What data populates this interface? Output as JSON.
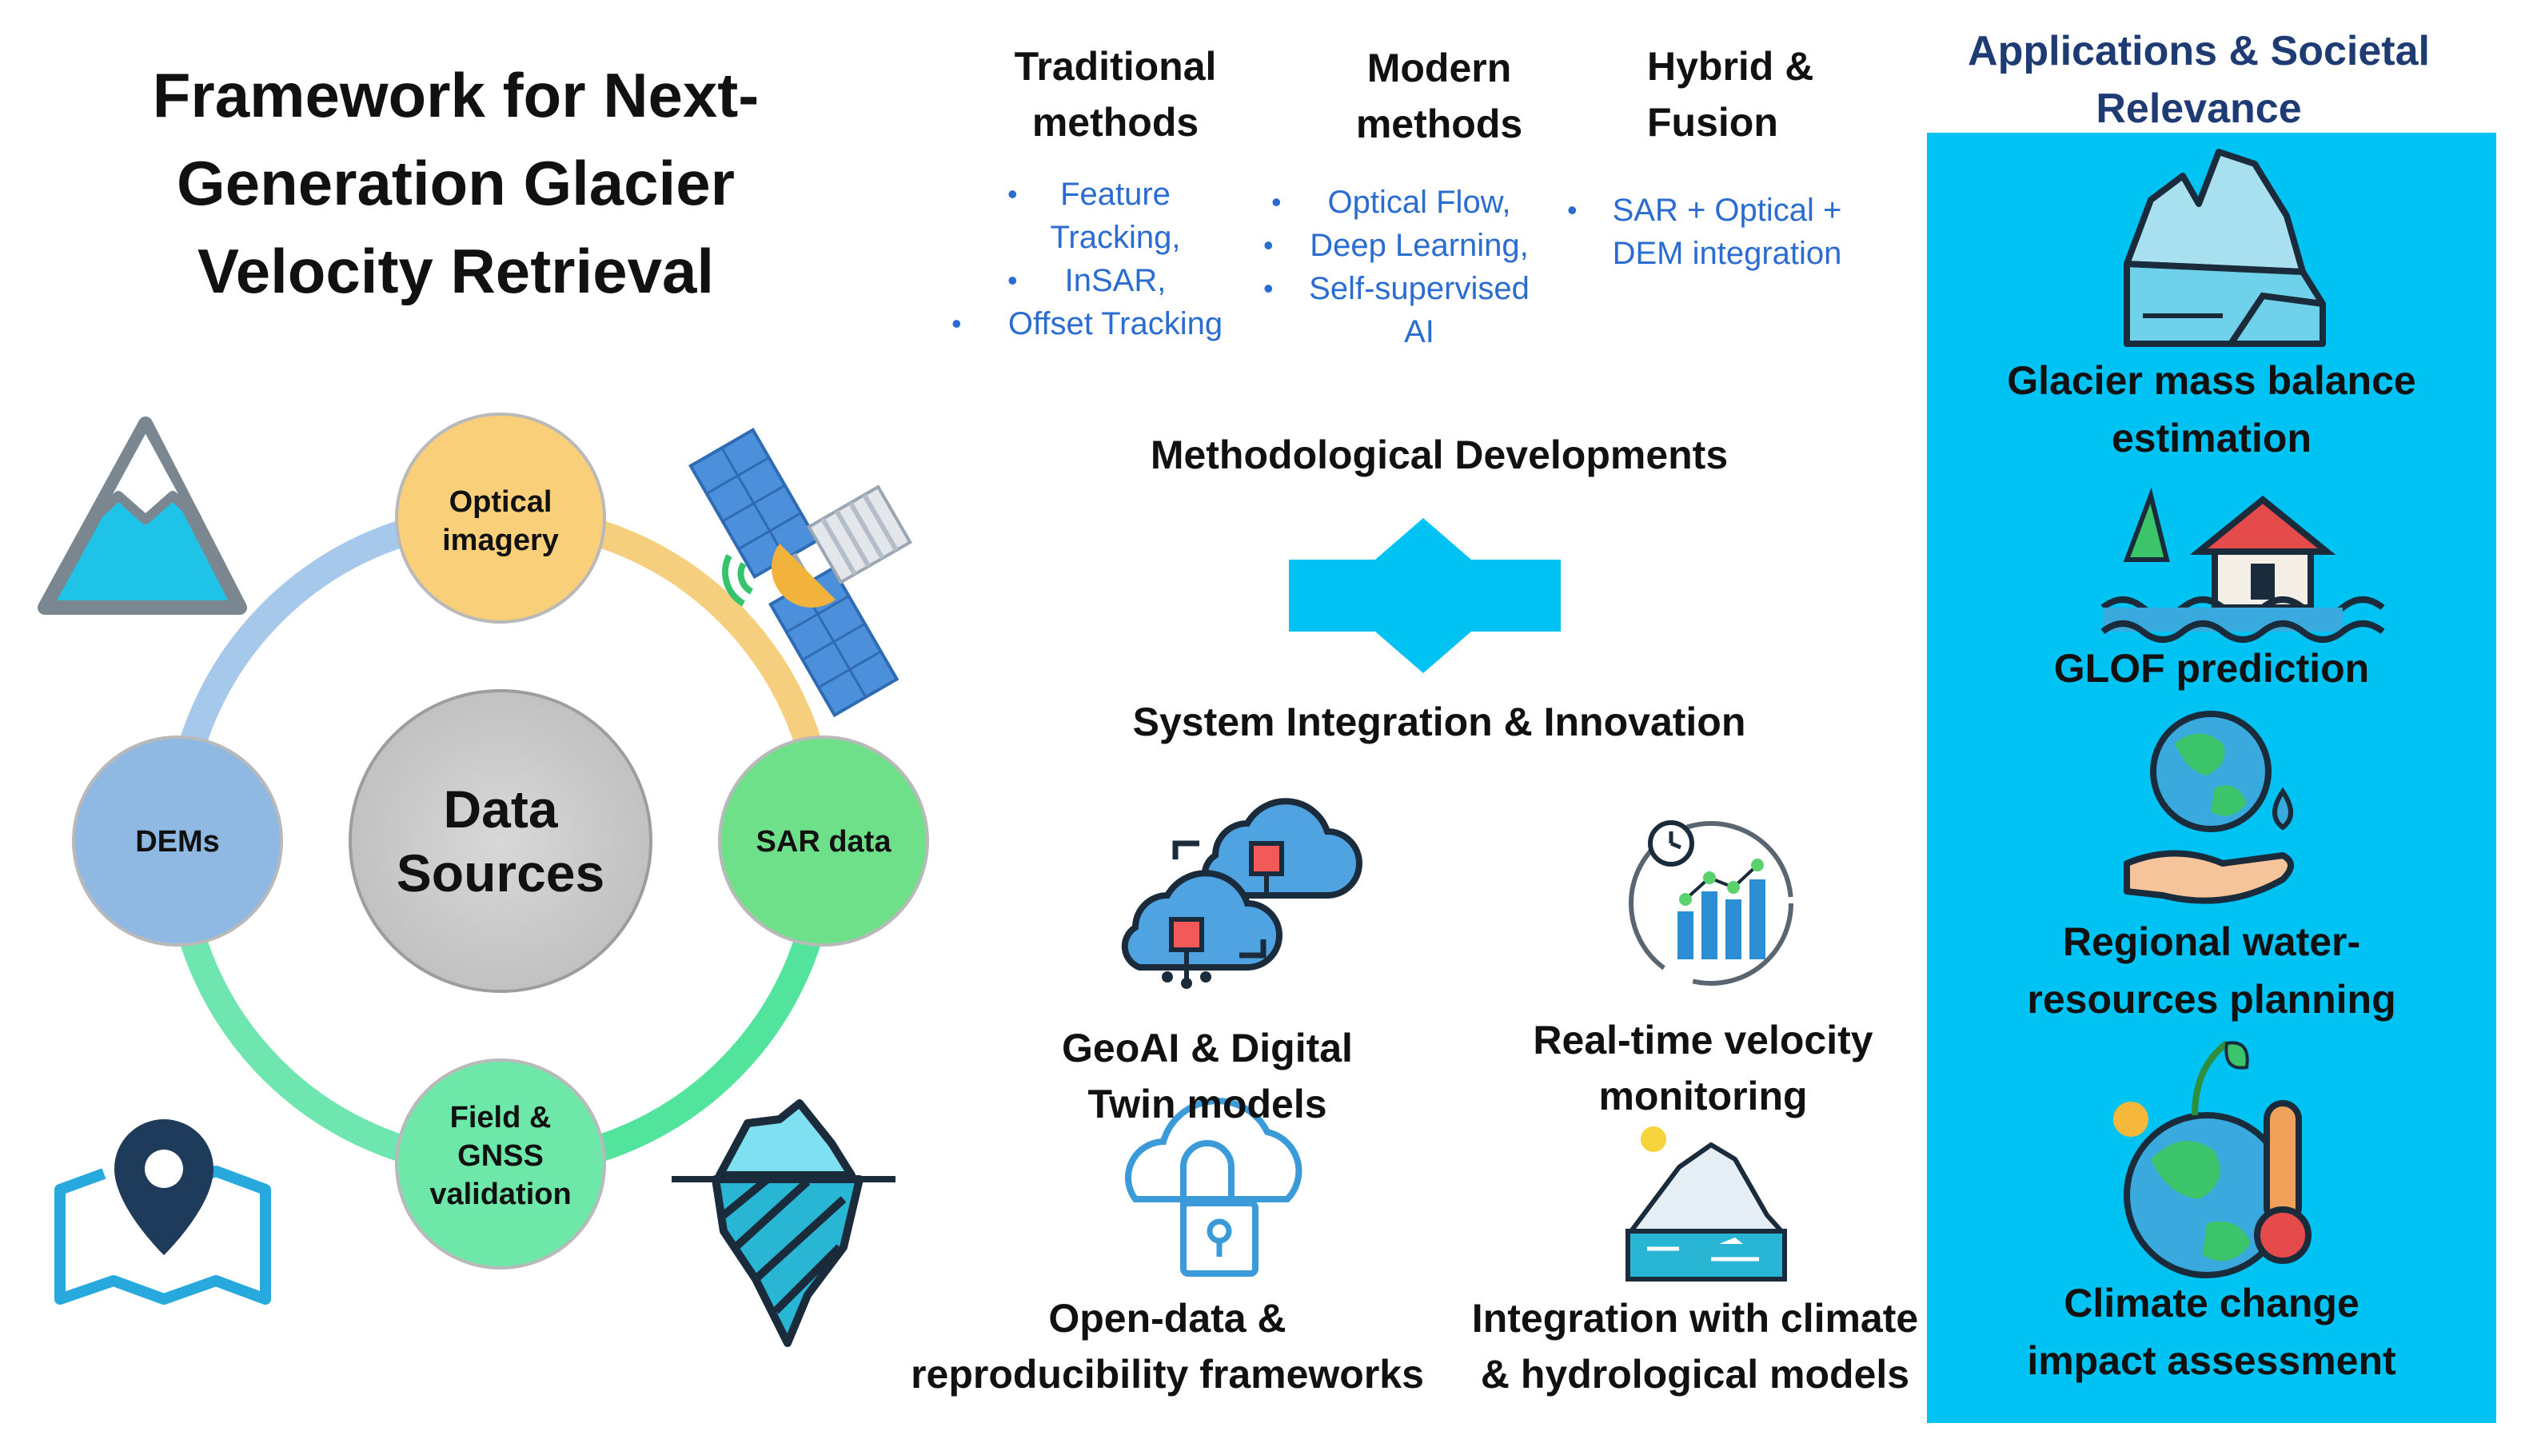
{
  "title": {
    "line1": "Framework for Next-",
    "line2": "Generation Glacier",
    "line3": "Velocity Retrieval"
  },
  "data_sources": {
    "center_line1": "Data",
    "center_line2": "Sources",
    "optical_line1": "Optical",
    "optical_line2": "imagery",
    "sar": "SAR data",
    "dems": "DEMs",
    "field_line1": "Field &",
    "field_line2": "GNSS",
    "field_line3": "validation"
  },
  "methods": {
    "traditional": {
      "heading_line1": "Traditional",
      "heading_line2": "methods",
      "items": [
        "Feature",
        "Tracking,",
        "InSAR,",
        "Offset Tracking"
      ]
    },
    "modern": {
      "heading_line1": "Modern",
      "heading_line2": "methods",
      "items": [
        "Optical Flow,",
        "Deep Learning,",
        "Self-supervised",
        "AI"
      ]
    },
    "hybrid": {
      "heading_line1": "Hybrid &",
      "heading_line2": "Fusion",
      "items": [
        "SAR + Optical +",
        "DEM integration"
      ]
    }
  },
  "methodological_developments": "Methodological Developments",
  "system_integration": "System Integration & Innovation",
  "tools": {
    "geoai_line1": "GeoAI & Digital",
    "geoai_line2": "Twin models",
    "realtime_line1": "Real-time velocity",
    "realtime_line2": "monitoring",
    "opendata_line1": "Open-data &",
    "opendata_line2": "reproducibility frameworks",
    "climate_line1": "Integration with climate",
    "climate_line2": "& hydrological models"
  },
  "applications": {
    "title_line1": "Applications & Societal",
    "title_line2": "Relevance",
    "mass_line1": "Glacier mass balance",
    "mass_line2": "estimation",
    "glof": "GLOF prediction",
    "water_line1": "Regional water-",
    "water_line2": "resources planning",
    "climate_line1": "Climate change",
    "climate_line2": "impact assessment"
  },
  "colors": {
    "accent": "#00c2f3",
    "heading_blue": "#1f3b73",
    "list_blue": "#2b6cd0",
    "optical": "#f9cf7a",
    "sar": "#6fe08a",
    "dems": "#8fb9e3",
    "field": "#6ee8a8",
    "center": "#c9c9c9"
  },
  "icons": [
    "mountain-icon",
    "satellite-icon",
    "map-pin-icon",
    "iceberg-icon",
    "cloud-network-icon",
    "realtime-chart-icon",
    "cloud-lock-icon",
    "glacier-lake-icon",
    "glacier-icon",
    "flood-house-icon",
    "water-hand-globe-icon",
    "globe-thermometer-icon"
  ]
}
